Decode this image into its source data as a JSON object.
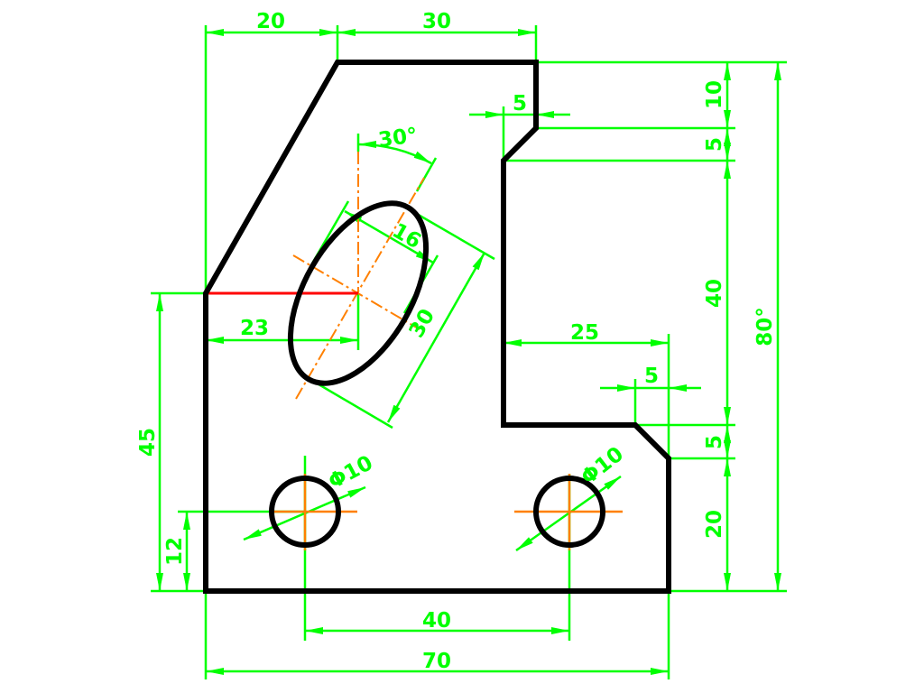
{
  "colors": {
    "outline": "#000000",
    "dimension": "#00ff00",
    "centerline": "#ff8000",
    "highlight": "#ff0000"
  },
  "dimensions": {
    "top_left": "20",
    "top_right": "30",
    "notch_width": "5",
    "right_10": "10",
    "right_5_top": "5",
    "right_40": "40",
    "right_5_bottom": "5",
    "right_20": "20",
    "overall_height": "80°",
    "step_25": "25",
    "chamfer_5": "5",
    "left_45": "45",
    "left_12": "12",
    "hole_offset_23": "23",
    "holes_spacing": "40",
    "overall_width": "70",
    "slot_width": "16",
    "slot_length": "30",
    "slot_angle": "30°",
    "hole_left_dia": "Φ10",
    "hole_right_dia": "Φ10"
  }
}
